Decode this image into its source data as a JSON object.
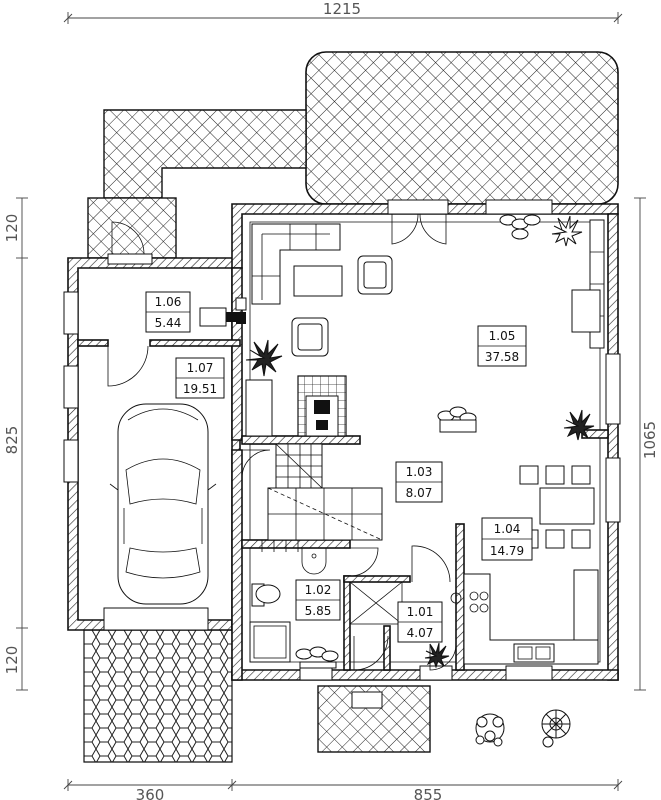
{
  "dimensions": {
    "top_width": "1215",
    "bottom_left": "360",
    "bottom_right": "855",
    "left_top": "120",
    "left_middle": "825",
    "left_bottom": "120",
    "right_height": "1065"
  },
  "rooms": [
    {
      "id": "room-1-01",
      "number": "1.01",
      "area": "4.07"
    },
    {
      "id": "room-1-02",
      "number": "1.02",
      "area": "5.85"
    },
    {
      "id": "room-1-03",
      "number": "1.03",
      "area": "8.07"
    },
    {
      "id": "room-1-04",
      "number": "1.04",
      "area": "14.79"
    },
    {
      "id": "room-1-05",
      "number": "1.05",
      "area": "37.58"
    },
    {
      "id": "room-1-06",
      "number": "1.06",
      "area": "5.44"
    },
    {
      "id": "room-1-07",
      "number": "1.07",
      "area": "19.51"
    }
  ]
}
